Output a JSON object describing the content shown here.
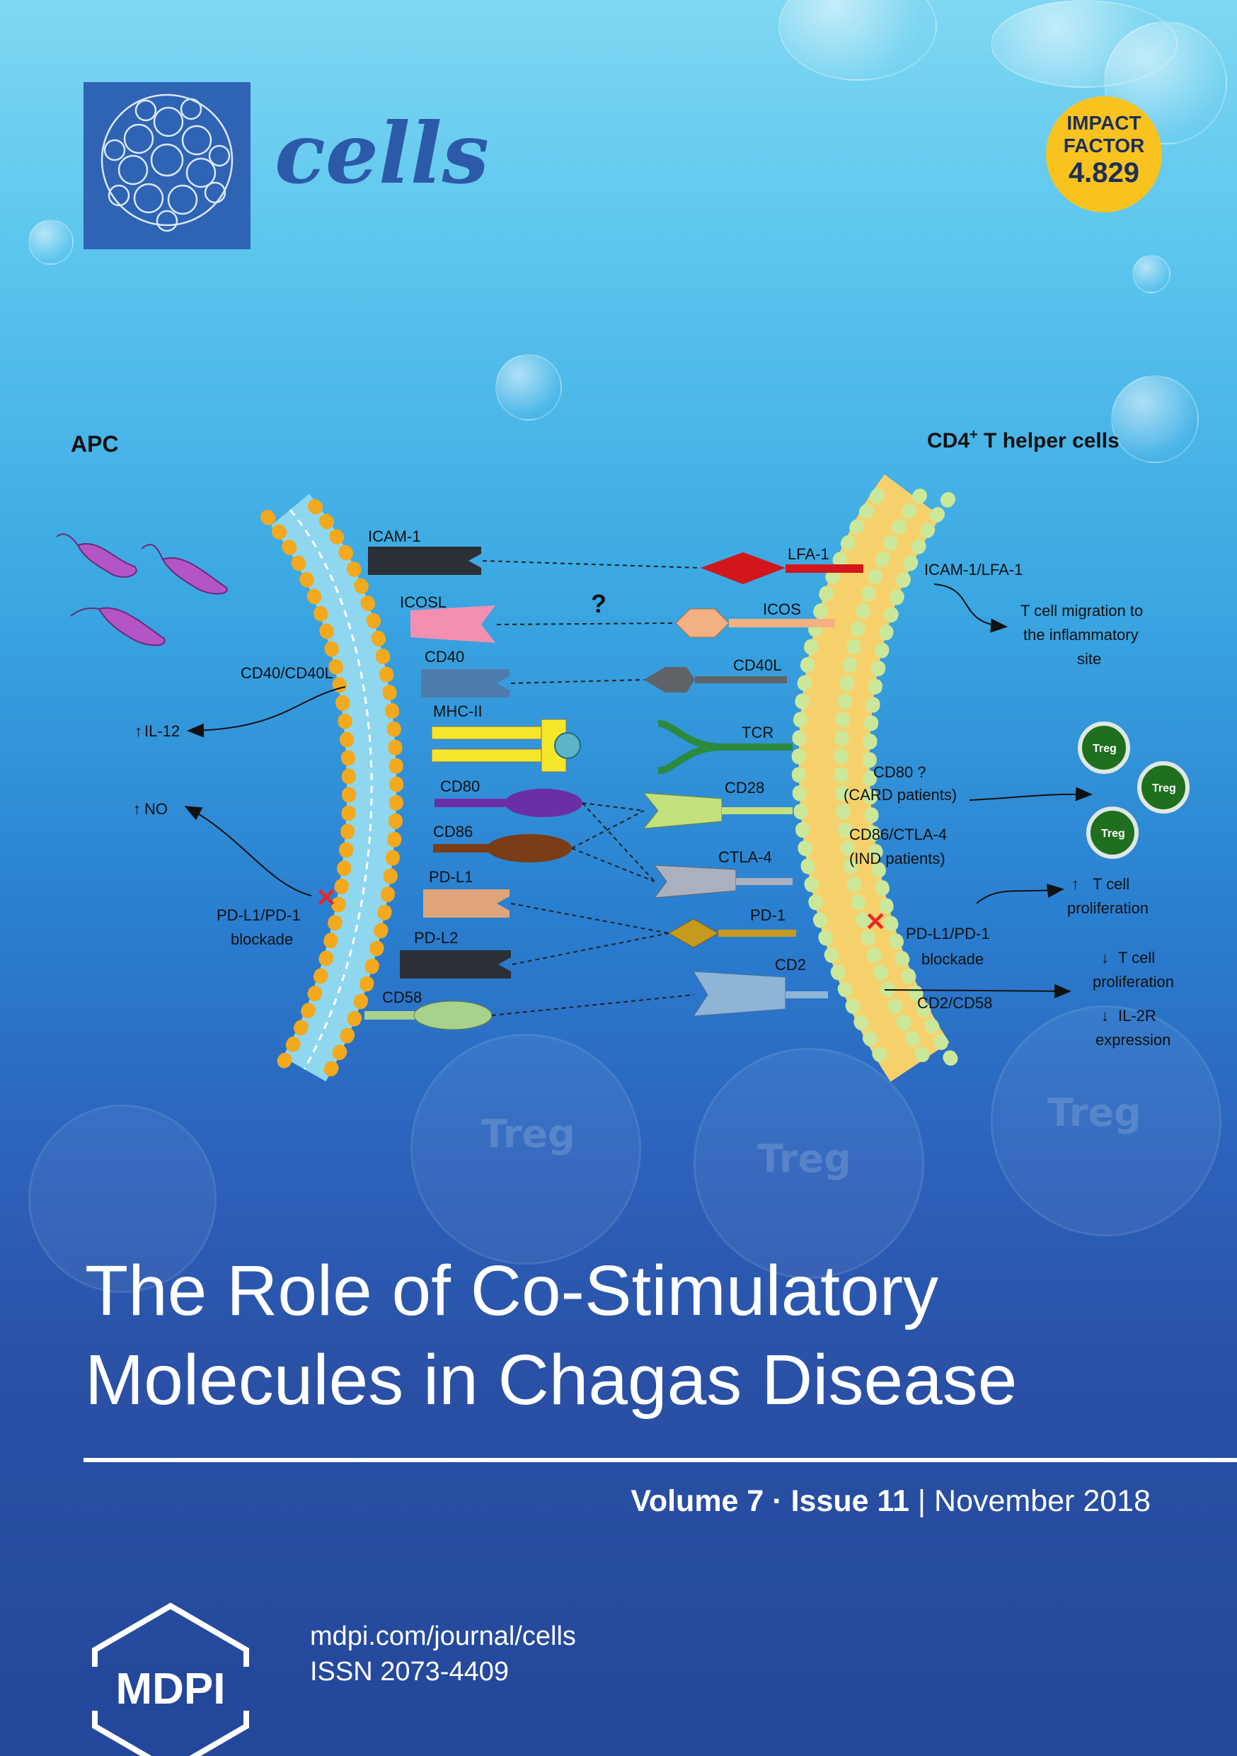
{
  "journal": {
    "name": "cells"
  },
  "impact_factor": {
    "line1": "IMPACT",
    "line2": "FACTOR",
    "value": "4.829"
  },
  "diagram": {
    "apc_label": "APC",
    "t_cell_label_main": "CD4",
    "t_cell_label_sup": "+",
    "t_cell_label_rest": " T helper cells",
    "question_mark": "?",
    "apc_molecules": {
      "icam1": "ICAM-1",
      "icosl": "ICOSL",
      "cd40": "CD40",
      "mhc2": "MHC-II",
      "cd80": "CD80",
      "cd86": "CD86",
      "pdl1": "PD-L1",
      "pdl2": "PD-L2",
      "cd58": "CD58"
    },
    "t_molecules": {
      "lfa1": "LFA-1",
      "icos": "ICOS",
      "cd40l": "CD40L",
      "tcr": "TCR",
      "cd28": "CD28",
      "ctla4": "CTLA-4",
      "pd1": "PD-1",
      "cd2": "CD2"
    },
    "left_notes": {
      "cd40_cd40l": "CD40/CD40L",
      "il12": "IL-12",
      "no": "NO",
      "blockade_line1": "PD-L1/PD-1",
      "blockade_line2": "blockade"
    },
    "right_notes": {
      "icam_lfa": "ICAM-1/LFA-1",
      "migration_line1": "T cell migration to",
      "migration_line2": "the inflammatory",
      "migration_line3": "site",
      "cd80_q": "CD80 ?",
      "card": "(CARD patients)",
      "cd86_ctla4": "CD86/CTLA-4",
      "ind": "(IND patients)",
      "prolif_up_1": "T cell",
      "prolif_up_2": "proliferation",
      "blockade_line1": "PD-L1/PD-1",
      "blockade_line2": "blockade",
      "prolif_down_1": "T cell",
      "prolif_down_2": "proliferation",
      "cd2_cd58": "CD2/CD58",
      "il2r_1": "IL-2R",
      "il2r_2": "expression"
    },
    "treg_label": "Treg",
    "ghost_label": "Treg"
  },
  "title": {
    "line1": "The Role of Co-Stimulatory",
    "line2": "Molecules in Chagas Disease"
  },
  "issue": {
    "volume": "Volume 7",
    "separator": "·",
    "issue": "Issue 11",
    "bar": "|",
    "date": "November 2018"
  },
  "publisher": {
    "logo_text": "MDPI",
    "url": "mdpi.com/journal/cells",
    "issn": "ISSN 2073-4409"
  },
  "colors": {
    "logo_blue": "#2f63b4",
    "impact_yellow": "#f9c31f",
    "apc_membrane": "#f2a91e",
    "t_membrane": "#f1c232"
  }
}
